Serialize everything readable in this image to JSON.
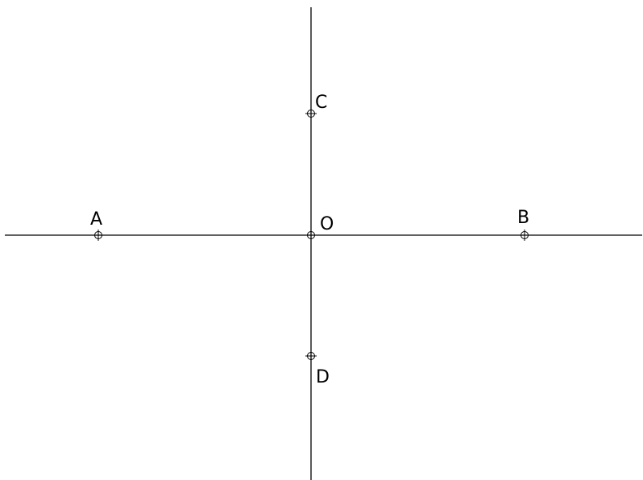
{
  "points": {
    "A": "A",
    "B": "B",
    "C": "C",
    "D": "D",
    "O": "O"
  },
  "colors": {
    "stroke": "#000000",
    "background": "#ffffff"
  }
}
